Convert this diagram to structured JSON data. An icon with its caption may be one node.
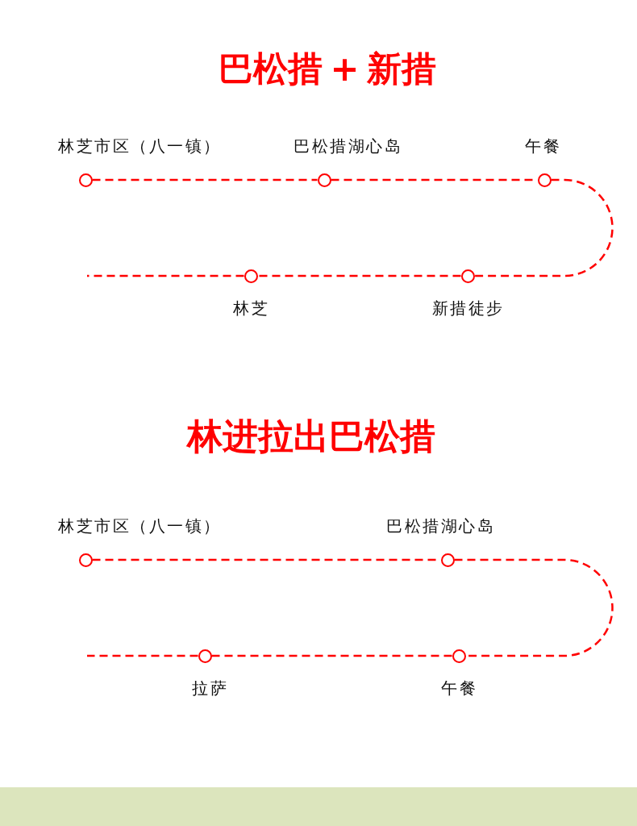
{
  "diagram": {
    "nodes": [
      {
        "text": [],
        "shape": "circle",
        "beside": [
          "林芝市区（八一镇）"
        ]
      },
      {
        "text": [],
        "shape": "circle",
        "beside": [
          "巴松措湖心岛"
        ]
      },
      {
        "text": [],
        "shape": "circle",
        "beside": [
          "午餐"
        ]
      },
      {
        "text": [],
        "shape": "circle",
        "beside": [
          "新措徒步"
        ]
      },
      {
        "text": [],
        "shape": "circle",
        "beside": [
          "林芝"
        ]
      },
      {
        "text": [],
        "shape": "circle",
        "beside": [
          "林芝市区（八一镇）"
        ]
      },
      {
        "text": [],
        "shape": "circle",
        "beside": [
          "巴松措湖心岛"
        ]
      },
      {
        "text": [],
        "shape": "circle",
        "beside": [
          "午餐"
        ]
      },
      {
        "text": [],
        "shape": "circle",
        "beside": [
          "拉萨"
        ]
      }
    ],
    "edges": [
      {
        "from": 0,
        "to": 1,
        "arrow": "none",
        "style": "dashed"
      },
      {
        "from": 1,
        "to": 2,
        "arrow": "none",
        "style": "dashed"
      },
      {
        "from": 2,
        "to": 3,
        "arrow": "none",
        "style": "dashed"
      },
      {
        "from": 3,
        "to": 4,
        "arrow": "none",
        "style": "dashed"
      },
      {
        "from": 4,
        "to": null,
        "arrow": "none",
        "style": "dashed"
      },
      {
        "from": 5,
        "to": 6,
        "arrow": "none",
        "style": "dashed"
      },
      {
        "from": 6,
        "to": 7,
        "arrow": "none",
        "style": "dashed"
      },
      {
        "from": 7,
        "to": 8,
        "arrow": "none",
        "style": "dashed"
      },
      {
        "from": 8,
        "to": null,
        "arrow": "none",
        "style": "dashed"
      }
    ],
    "labels": [
      "巴松措 + 新措",
      "林进拉出巴松措"
    ]
  }
}
